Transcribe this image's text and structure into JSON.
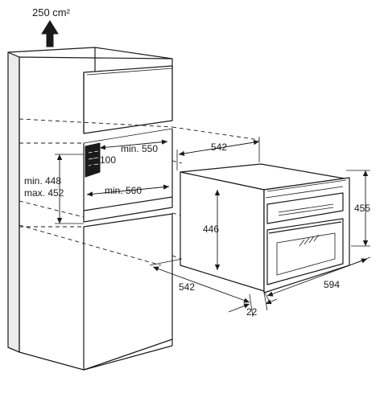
{
  "airflow": {
    "label": "250 cm²"
  },
  "dimensions": {
    "niche_depth_min": "min. 550",
    "vent_gap": "100",
    "niche_height_min": "min. 448",
    "niche_height_max": "max. 452",
    "niche_width_min": "min. 560",
    "appliance_depth_top": "542",
    "appliance_height_total": "455",
    "appliance_height_body": "446",
    "appliance_depth_bottom": "542",
    "appliance_width": "594",
    "front_protrusion": "22"
  },
  "colors": {
    "line": "#1a1a1a",
    "shade": "#ececec",
    "background": "#ffffff"
  }
}
